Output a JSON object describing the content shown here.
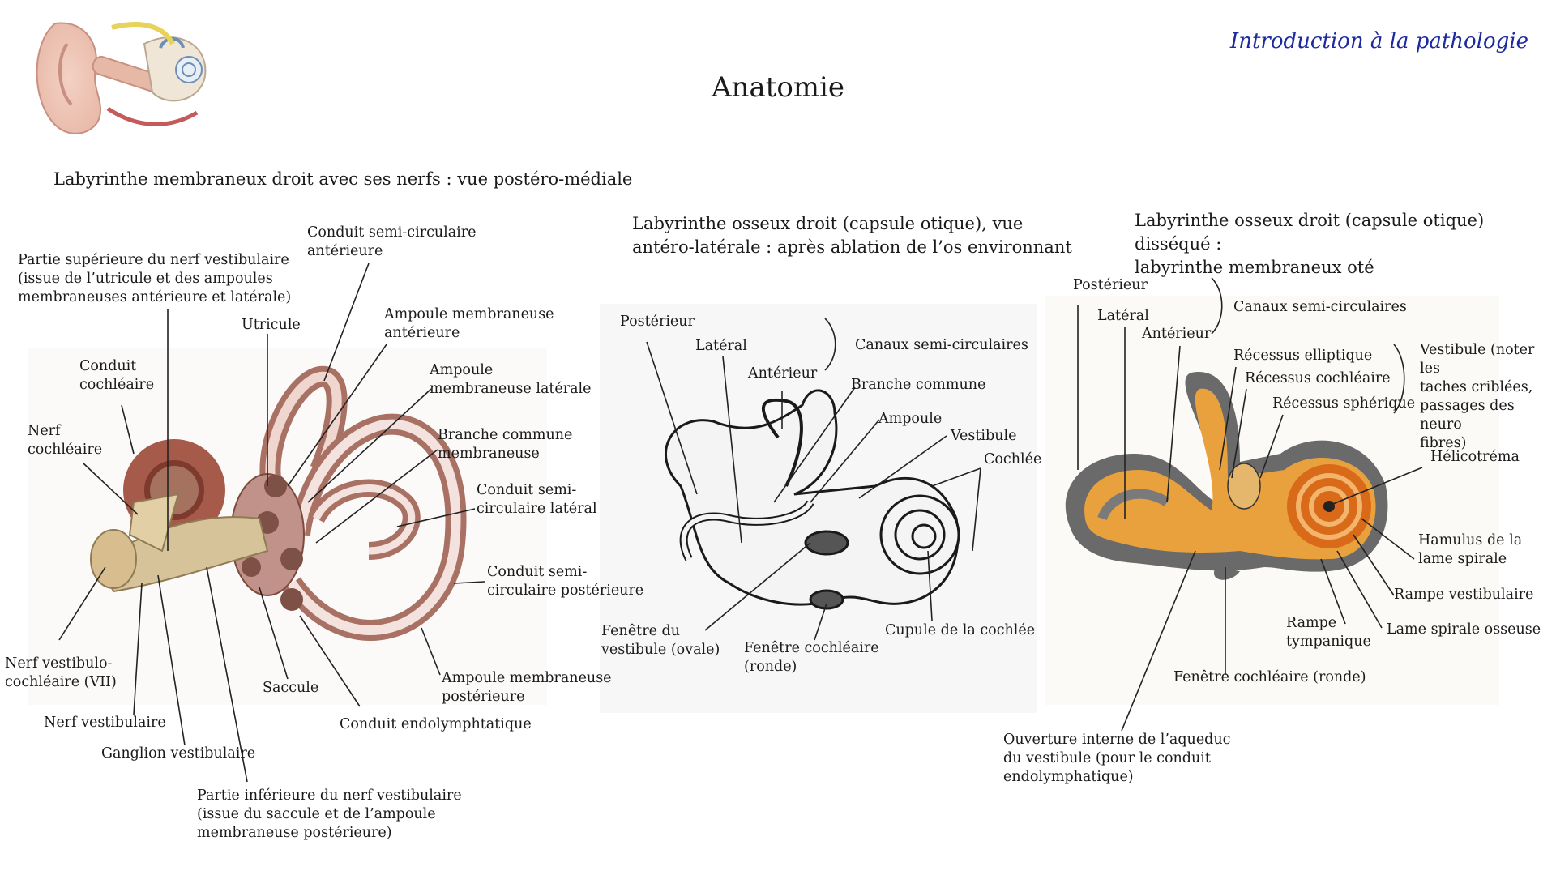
{
  "header": {
    "top_right": "Introduction à la pathologie",
    "title": "Anatomie"
  },
  "panel1": {
    "title": "Labyrinthe membraneux droit avec ses nerfs : vue postéro-médiale",
    "labels": {
      "nerf_vest_sup": "Partie supérieure du nerf vestibulaire\n(issue de l’utricule et des ampoules\nmembraneuses antérieure et latérale)",
      "conduit_sc_ant": "Conduit semi-circulaire\nantérieure",
      "utricule": "Utricule",
      "ampoule_ant": "Ampoule membraneuse\nantérieure",
      "ampoule_lat": "Ampoule\nmembraneuse latérale",
      "branche_commune": "Branche commune\nmembraneuse",
      "conduit_sc_lat": "Conduit semi-\ncirculaire latéral",
      "conduit_sc_post": "Conduit semi-\ncirculaire postérieure",
      "conduit_cochleaire": "Conduit\ncochléaire",
      "nerf_cochleaire": "Nerf\ncochléaire",
      "nerf_vestibulocochleaire": "Nerf vestibulo-\ncochléaire (VII)",
      "nerf_vestibulaire": "Nerf vestibulaire",
      "ganglion_vestibulaire": "Ganglion vestibulaire",
      "saccule": "Saccule",
      "conduit_endolymph": "Conduit endolymphtatique",
      "ampoule_post": "Ampoule membraneuse\npostérieure",
      "nerf_vest_inf": "Partie inférieure du nerf vestibulaire\n(issue du saccule et de l’ampoule\nmembraneuse postérieure)"
    }
  },
  "panel2": {
    "title": "Labyrinthe osseux droit (capsule otique), vue\nantéro-latérale : après ablation de l’os environnant",
    "labels": {
      "posterieur": "Postérieur",
      "lateral": "Latéral",
      "anterieur": "Antérieur",
      "canaux": "Canaux semi-circulaires",
      "branche_commune": "Branche commune",
      "ampoule": "Ampoule",
      "vestibule": "Vestibule",
      "cochlee": "Cochlée",
      "fenetre_vestibule": "Fenêtre du\nvestibule (ovale)",
      "fenetre_cochleaire": "Fenêtre cochléaire\n(ronde)",
      "cupule": "Cupule de la cochlée"
    }
  },
  "panel3": {
    "title": "Labyrinthe osseux droit (capsule otique) disséqué :\nlabyrinthe membraneux oté",
    "labels": {
      "posterieur": "Postérieur",
      "lateral": "Latéral",
      "anterieur": "Antérieur",
      "canaux": "Canaux semi-circulaires",
      "recessus_elliptique": "Récessus elliptique",
      "recessus_cochleaire": "Récessus cochléaire",
      "recessus_spherique": "Récessus sphérique",
      "vestibule": "Vestibule (noter les\ntaches criblées,\npassages des neuro\nfibres)",
      "helicotrema": "Hélicotréma",
      "hamulus": "Hamulus de la\nlame spirale",
      "rampe_vestibulaire": "Rampe vestibulaire",
      "lame_spirale": "Lame spirale osseuse",
      "rampe_tympanique": "Rampe\ntympanique",
      "fenetre_cochleaire": "Fenêtre cochléaire (ronde)",
      "ouverture": "Ouverture interne de l’aqueduc\ndu vestibule (pour le conduit\nendolymphatique)"
    }
  },
  "colors": {
    "title_blue": "#1c2a9e",
    "membrane_pink": "#b07a70",
    "nerve_tan": "#d9c49a",
    "bone_orange": "#e8a13c",
    "bone_grey": "#7a7a7a"
  }
}
